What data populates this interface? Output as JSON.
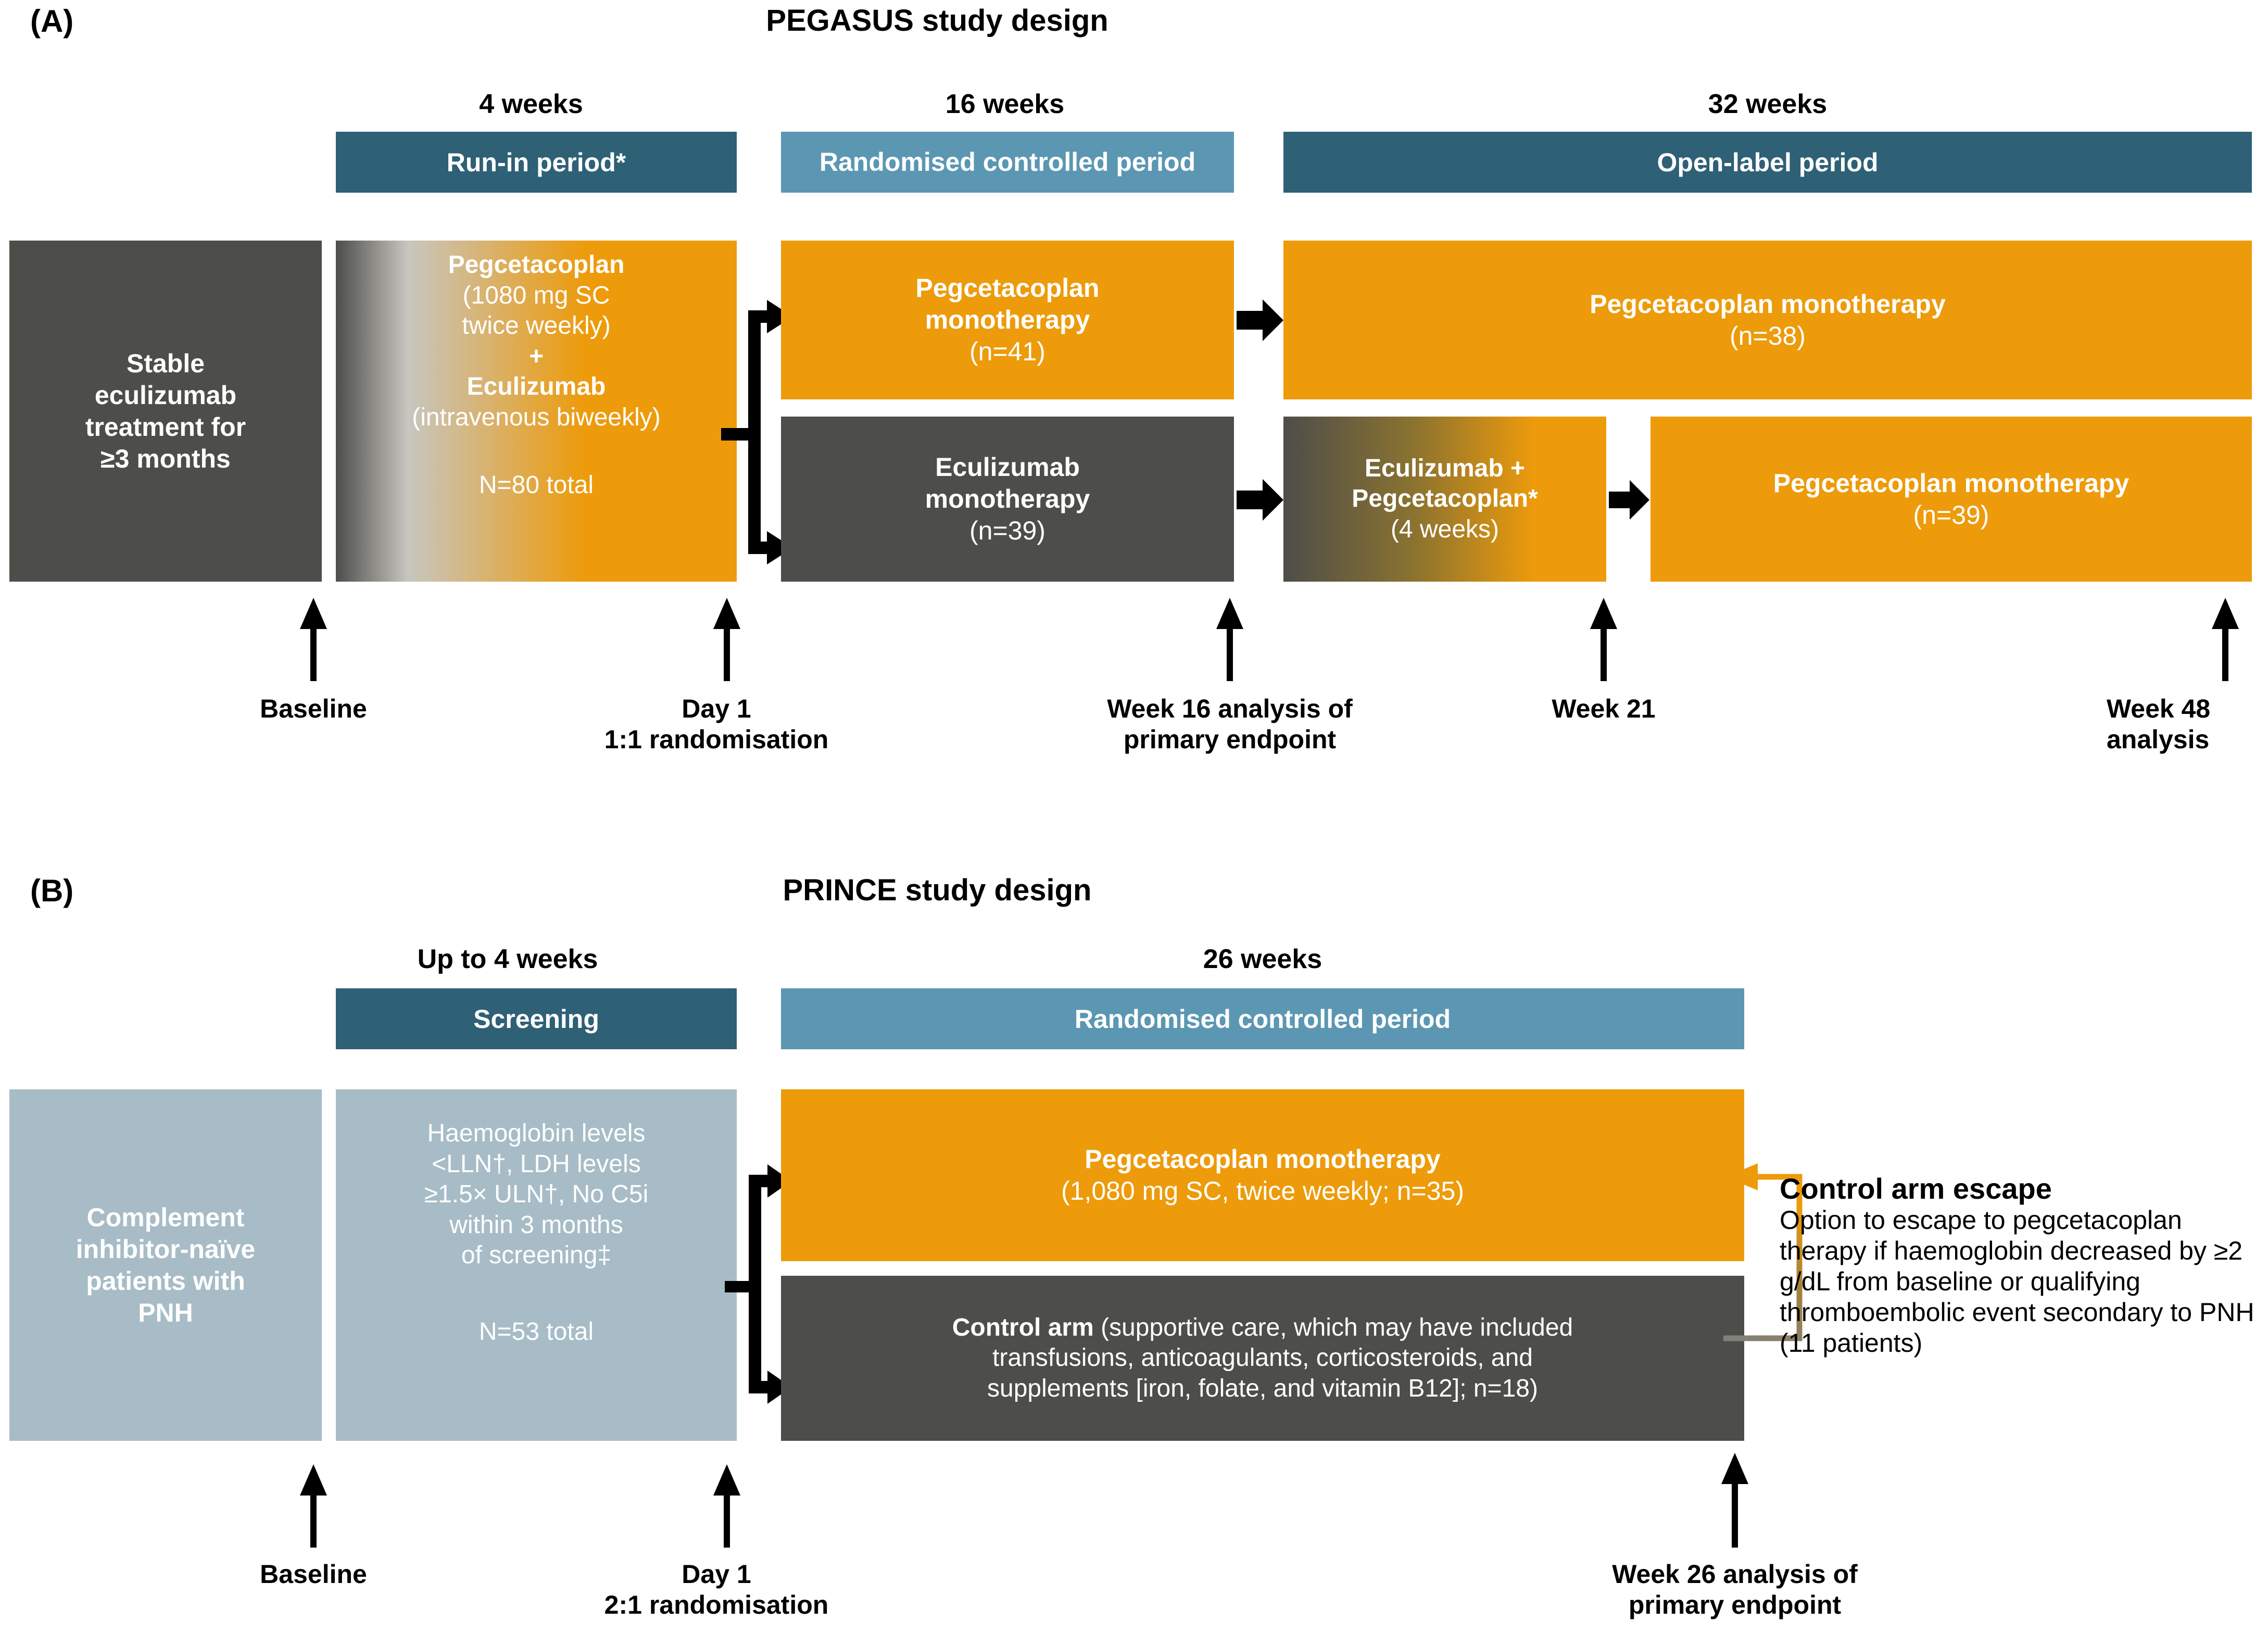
{
  "panels": [
    {
      "letter": "(A)",
      "title": "PEGASUS study design",
      "period_lengths": [
        "4 weeks",
        "16 weeks",
        "32 weeks"
      ],
      "period_bars": [
        {
          "label": "Run-in period*"
        },
        {
          "label": "Randomised controlled period"
        },
        {
          "label": "Open-label period"
        }
      ],
      "entry_box": {
        "line1": "Stable",
        "line2": "eculizumab",
        "line3": "treatment for",
        "line4": "≥3 months"
      },
      "runin_box": {
        "line1": "Pegcetacoplan",
        "line2": "(1080 mg SC",
        "line3": "twice weekly)",
        "line4": "+",
        "line5": "Eculizumab",
        "line6": "(intravenous biweekly)",
        "line7": "N=80 total"
      },
      "arms": [
        {
          "line1": "Pegcetacoplan",
          "line2": "monotherapy",
          "line3": "(n=41)"
        },
        {
          "line1": "Eculizumab",
          "line2": "monotherapy",
          "line3": "(n=39)"
        }
      ],
      "openlabel_top": {
        "line1": "Pegcetacoplan monotherapy",
        "line2": "(n=38)"
      },
      "bridge_box": {
        "line1": "Eculizumab +",
        "line2": "Pegcetacoplan*",
        "line3": "(4 weeks)"
      },
      "openlabel_bottom": {
        "line1": "Pegcetacoplan monotherapy",
        "line2": "(n=39)"
      },
      "ticks": [
        {
          "line1": "Baseline",
          "line2": ""
        },
        {
          "line1": "Day 1",
          "line2": "1:1 randomisation"
        },
        {
          "line1": "Week 16 analysis of",
          "line2": "primary endpoint"
        },
        {
          "line1": "Week 21",
          "line2": ""
        },
        {
          "line1": "Week 48",
          "line2": "analysis"
        }
      ]
    },
    {
      "letter": "(B)",
      "title": "PRINCE study design",
      "period_lengths": [
        "Up to 4 weeks",
        "26 weeks"
      ],
      "period_bars": [
        {
          "label": "Screening"
        },
        {
          "label": "Randomised controlled period"
        }
      ],
      "entry_box": {
        "line1": "Complement",
        "line2": "inhibitor-naïve",
        "line3": "patients with",
        "line4": "PNH"
      },
      "screening_box": {
        "line1": "Haemoglobin levels",
        "line2": "<LLN†, LDH levels",
        "line3": "≥1.5× ULN†, No C5i",
        "line4": "within 3 months",
        "line5": "of screening‡",
        "line6": "N=53 total"
      },
      "arms": [
        {
          "line1": "Pegcetacoplan monotherapy",
          "line2": "(1,080 mg SC, twice weekly; n=35)"
        },
        {
          "bold": "Control arm",
          "rest1": " (supportive care, which may have included",
          "line2": "transfusions, anticoagulants, corticosteroids, and",
          "line3": "supplements [iron, folate, and vitamin B12]; n=18)"
        }
      ],
      "escape": {
        "title": "Control arm escape",
        "body": "Option to escape to pegcetacoplan therapy if haemoglobin decreased by ≥2 g/dL from baseline or qualifying thromboembolic event secondary to PNH (11 patients)"
      },
      "ticks": [
        {
          "line1": "Baseline",
          "line2": ""
        },
        {
          "line1": "Day 1",
          "line2": "2:1 randomisation"
        },
        {
          "line1": "Week 26 analysis of",
          "line2": "primary endpoint"
        }
      ]
    }
  ],
  "colors": {
    "header_dark": "#2e6076",
    "header_mid": "#5b97b2",
    "orange": "#ed9b0b",
    "grey": "#4d4d4a",
    "steel": "#a7bcc6",
    "arrow_black": "#000000",
    "escape_line_grey": "#808080"
  }
}
